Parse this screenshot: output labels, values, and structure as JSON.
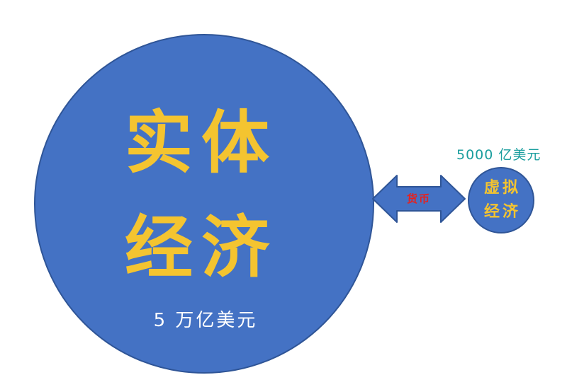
{
  "real_economy": {
    "title_line1": "实体",
    "title_line2": "经济",
    "amount": "5 万亿美元"
  },
  "virtual_economy": {
    "title_line1": "虚拟",
    "title_line2": "经济",
    "amount": "5000 亿美元"
  },
  "connector": {
    "label": "货币"
  },
  "colors": {
    "circle_fill": "#4472c4",
    "circle_border": "#2f5597",
    "title_text": "#f4c430",
    "big_amount_text": "#ffffff",
    "small_amount_text": "#1a9e9e",
    "arrow_label_text": "#e8201c"
  }
}
